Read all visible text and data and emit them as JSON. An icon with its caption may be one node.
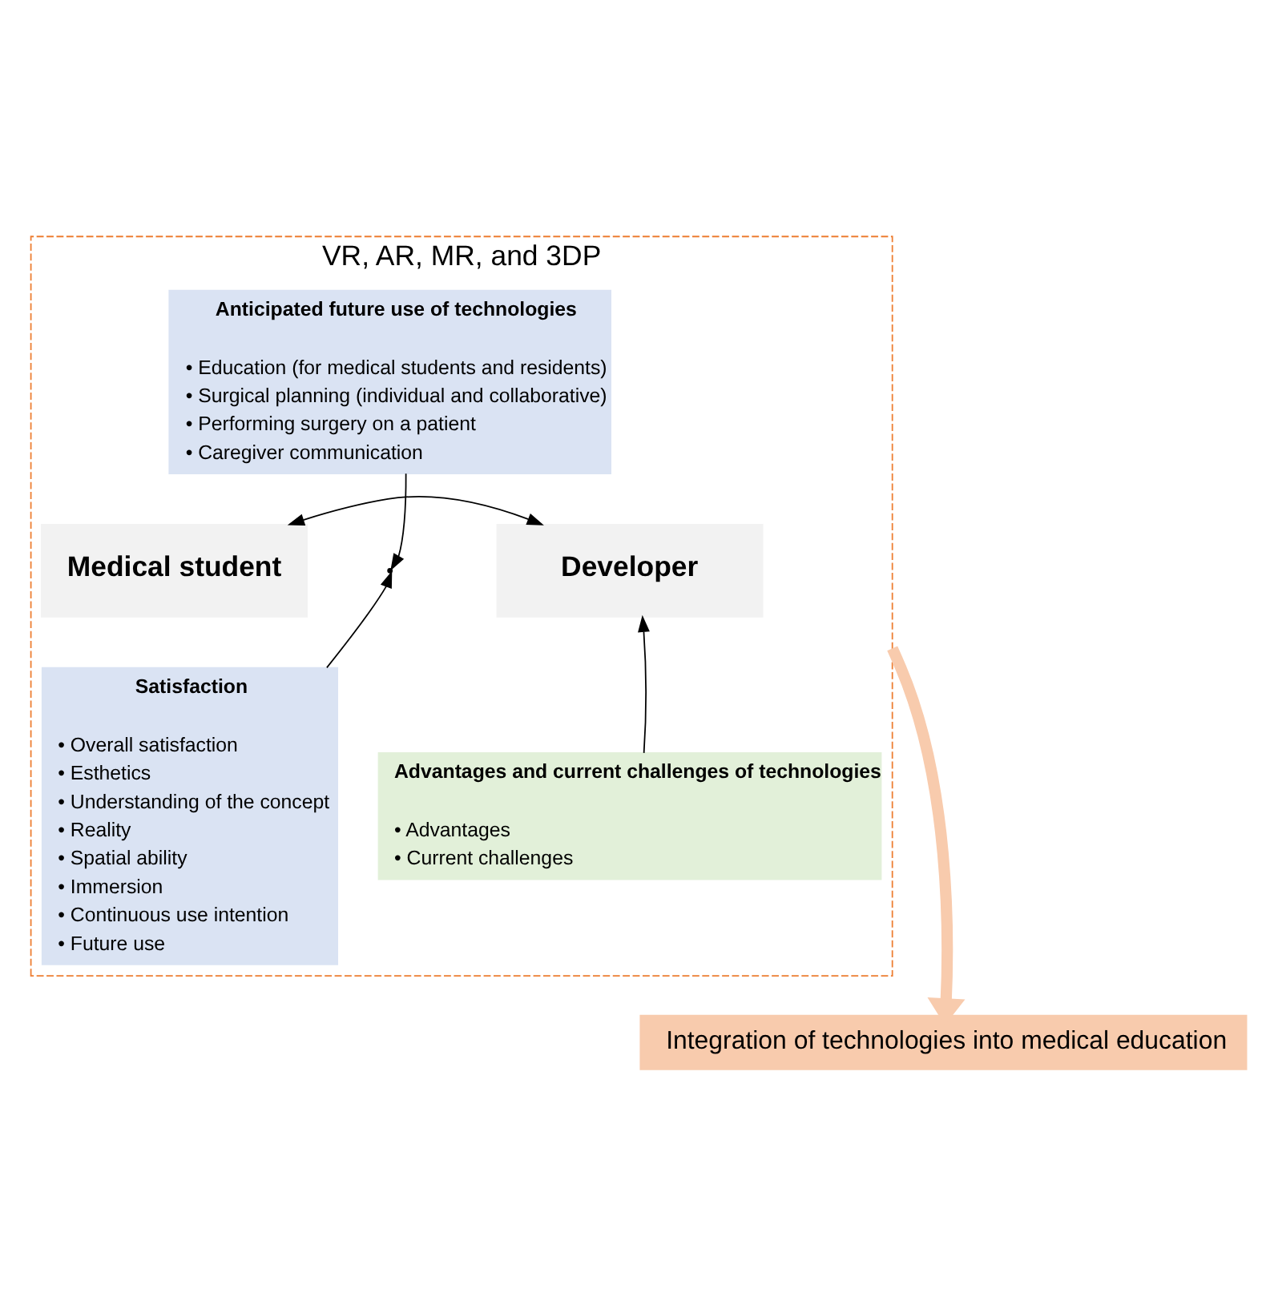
{
  "diagram": {
    "nodes": [
      {
        "text": [
          "VR, AR, MR, and 3DP"
        ]
      },
      {
        "text": [
          "Anticipated future use of technologies",
          "• Education (for medical students and residents)",
          "• Surgical planning (individual and collaborative)",
          "• Performing surgery on a patient",
          "• Caregiver communication"
        ],
        "in": 0
      },
      {
        "text": [
          "Medical student"
        ],
        "in": 0
      },
      {
        "text": [
          "Developer"
        ],
        "in": 0
      },
      {
        "text": [
          "Satisfaction",
          "• Overall satisfaction",
          "• Esthetics",
          "• Understanding of the concept",
          "• Reality",
          "• Spatial ability",
          "• Immersion",
          "• Continuous use intention",
          "• Future use"
        ],
        "in": 0
      },
      {
        "text": [
          "Advantages and current challenges of technologies",
          "• Advantages",
          "• Current challenges"
        ],
        "in": 0
      },
      {
        "text": [
          "Integration of technologies into medical education"
        ]
      }
    ],
    "edges": [
      {
        "from": 2,
        "to": 3,
        "arrow": "both"
      },
      {
        "from": 1,
        "to": null,
        "arrow": "to"
      },
      {
        "from": 4,
        "to": null,
        "arrow": "to"
      },
      {
        "from": 5,
        "to": 3,
        "arrow": "to"
      },
      {
        "from": 0,
        "to": 6,
        "arrow": "to",
        "style": "thick",
        "color": "#f8cbad"
      }
    ]
  }
}
